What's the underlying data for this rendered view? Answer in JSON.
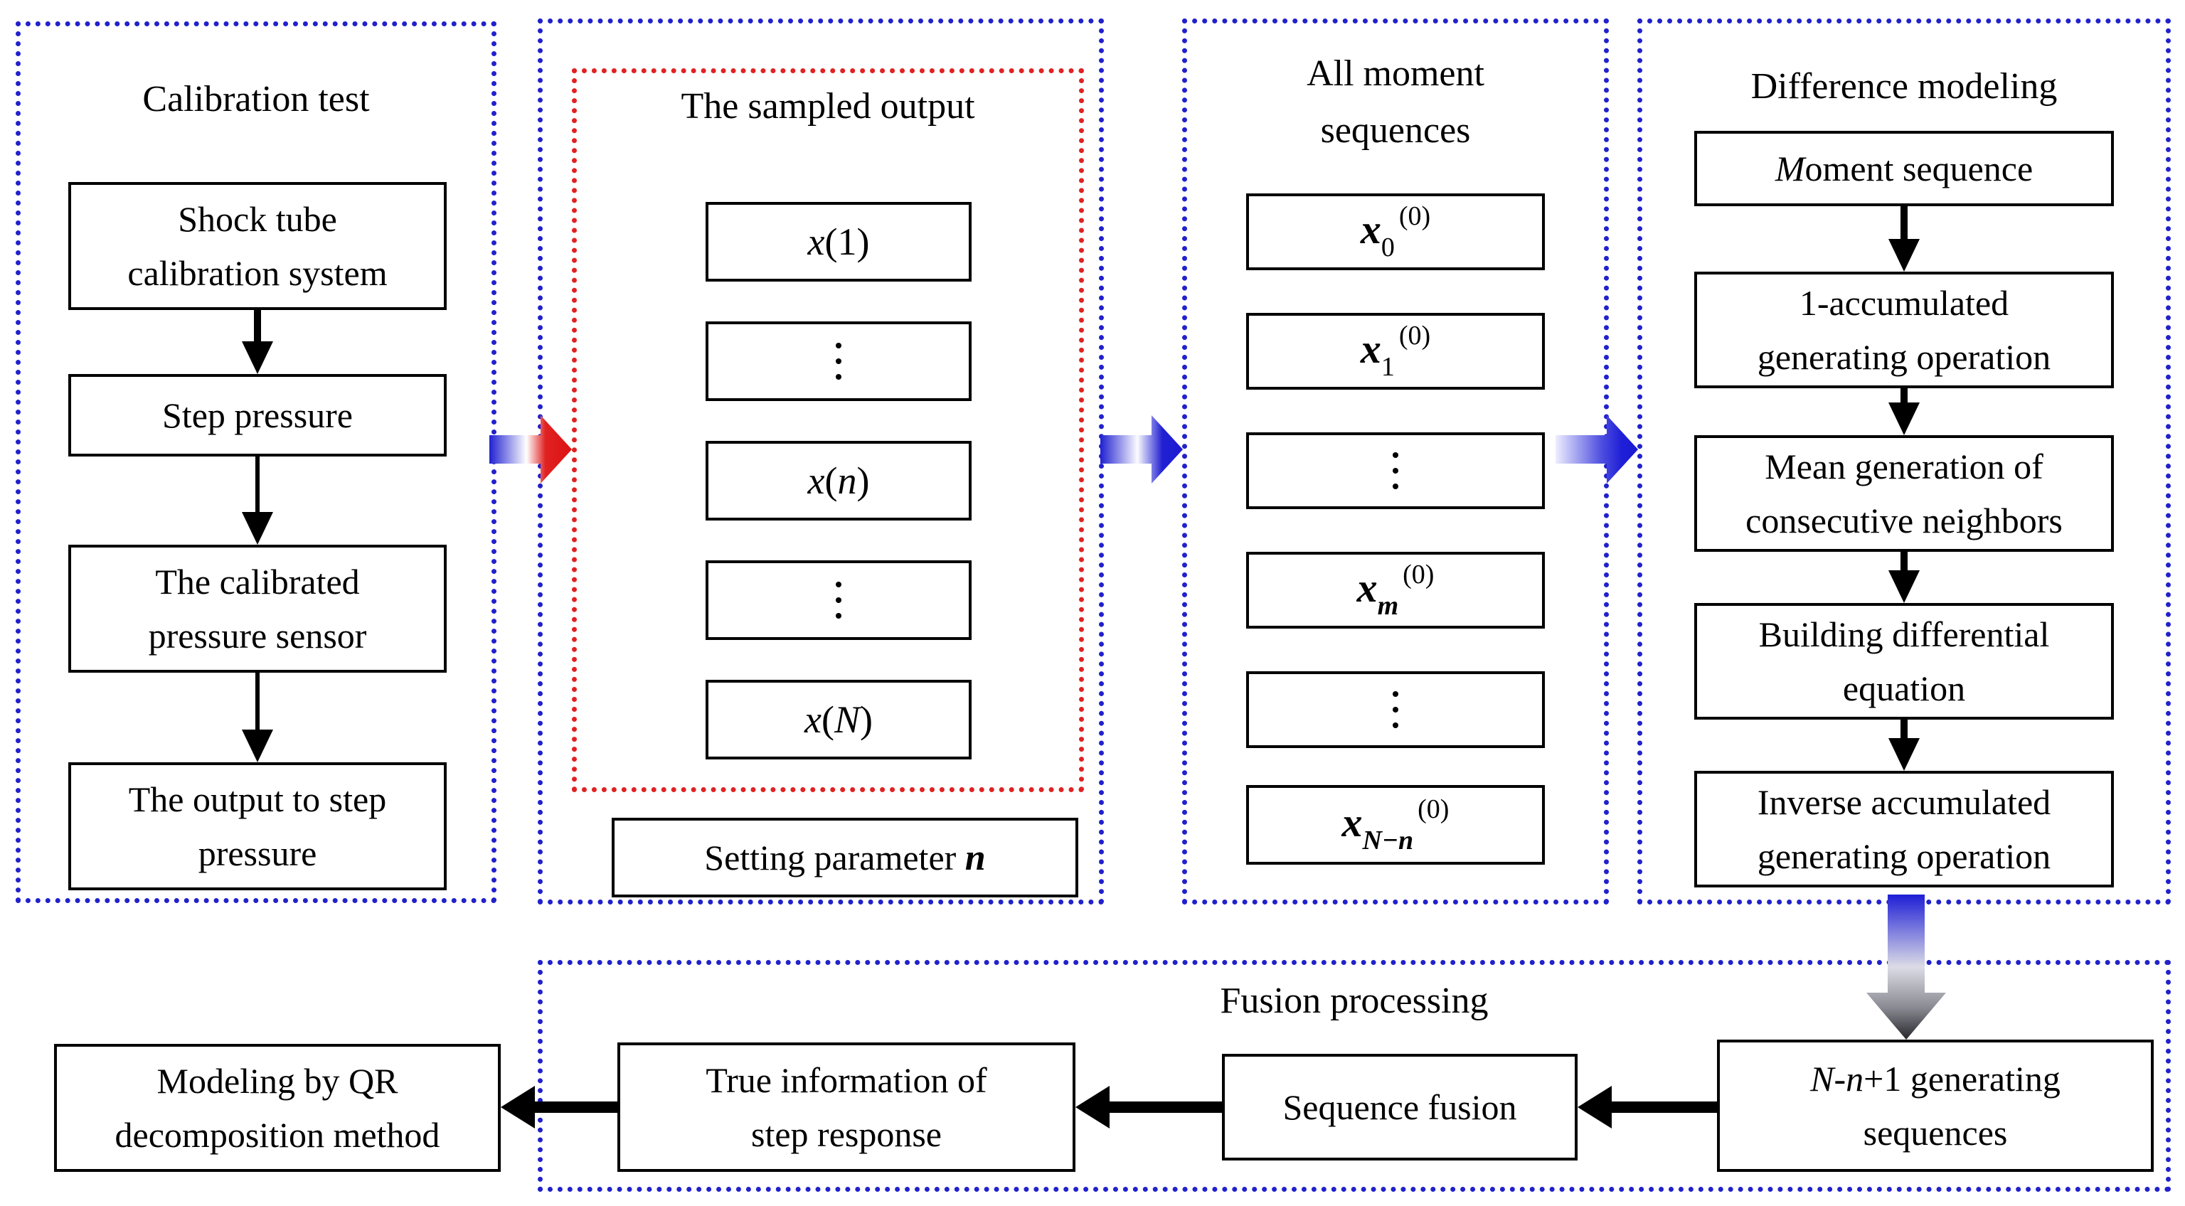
{
  "colors": {
    "panel_dotted_blue": "#2121cc",
    "panel_dotted_red": "#e02222",
    "arrow_blue": "#2121d2",
    "arrow_red": "#e02222",
    "arrow_gray_tip": "#2b2b31",
    "box_border": "#000000",
    "background": "#ffffff",
    "text": "#000000"
  },
  "panels": {
    "calibration": {
      "title": "Calibration test",
      "box_shock": [
        "Shock tube",
        "calibration system"
      ],
      "box_step": "Step pressure",
      "box_sensor": [
        "The calibrated",
        "pressure sensor"
      ],
      "box_output": [
        "The output to step",
        "pressure"
      ]
    },
    "sampled": {
      "title": "The sampled output",
      "x1": {
        "base": "x",
        "arg": "(1)"
      },
      "dots": "⋮",
      "xn": {
        "base": "x",
        "open": "(",
        "arg": "n",
        "close": ")"
      },
      "xN": {
        "base": "x",
        "open": "(",
        "arg": "N",
        "close": ")"
      },
      "setting": {
        "text": "Setting parameter ",
        "param": "n"
      }
    },
    "moments": {
      "title": [
        "All moment",
        "sequences"
      ],
      "dots": "⋮",
      "x0": {
        "base": "x",
        "sub": "0",
        "sup": "(0)"
      },
      "x1": {
        "base": "x",
        "sub": "1",
        "sup": "(0)"
      },
      "xm": {
        "base": "x",
        "sub": "m",
        "sup": "(0)"
      },
      "xNn": {
        "base": "x",
        "sub": "N−n",
        "sup": "(0)"
      }
    },
    "difference": {
      "title": "Difference modeling",
      "box_moment": {
        "italic": "M",
        "rest": "oment sequence"
      },
      "box_accumulated": [
        "1-accumulated",
        "generating operation"
      ],
      "box_mean": [
        "Mean generation of",
        "consecutive neighbors"
      ],
      "box_building": [
        "Building differential",
        "equation"
      ],
      "box_inverse": [
        "Inverse accumulated",
        "generating operation"
      ]
    },
    "fusion": {
      "title": "Fusion processing",
      "box_generating": {
        "N": "N",
        "hyphen": "-",
        "n": "n",
        "rest": "+1 generating",
        "line2": "sequences"
      },
      "box_sequence": "Sequence fusion",
      "box_true": [
        "True information of",
        "step response"
      ],
      "box_qr": [
        "Modeling by QR",
        "decomposition method"
      ]
    }
  }
}
